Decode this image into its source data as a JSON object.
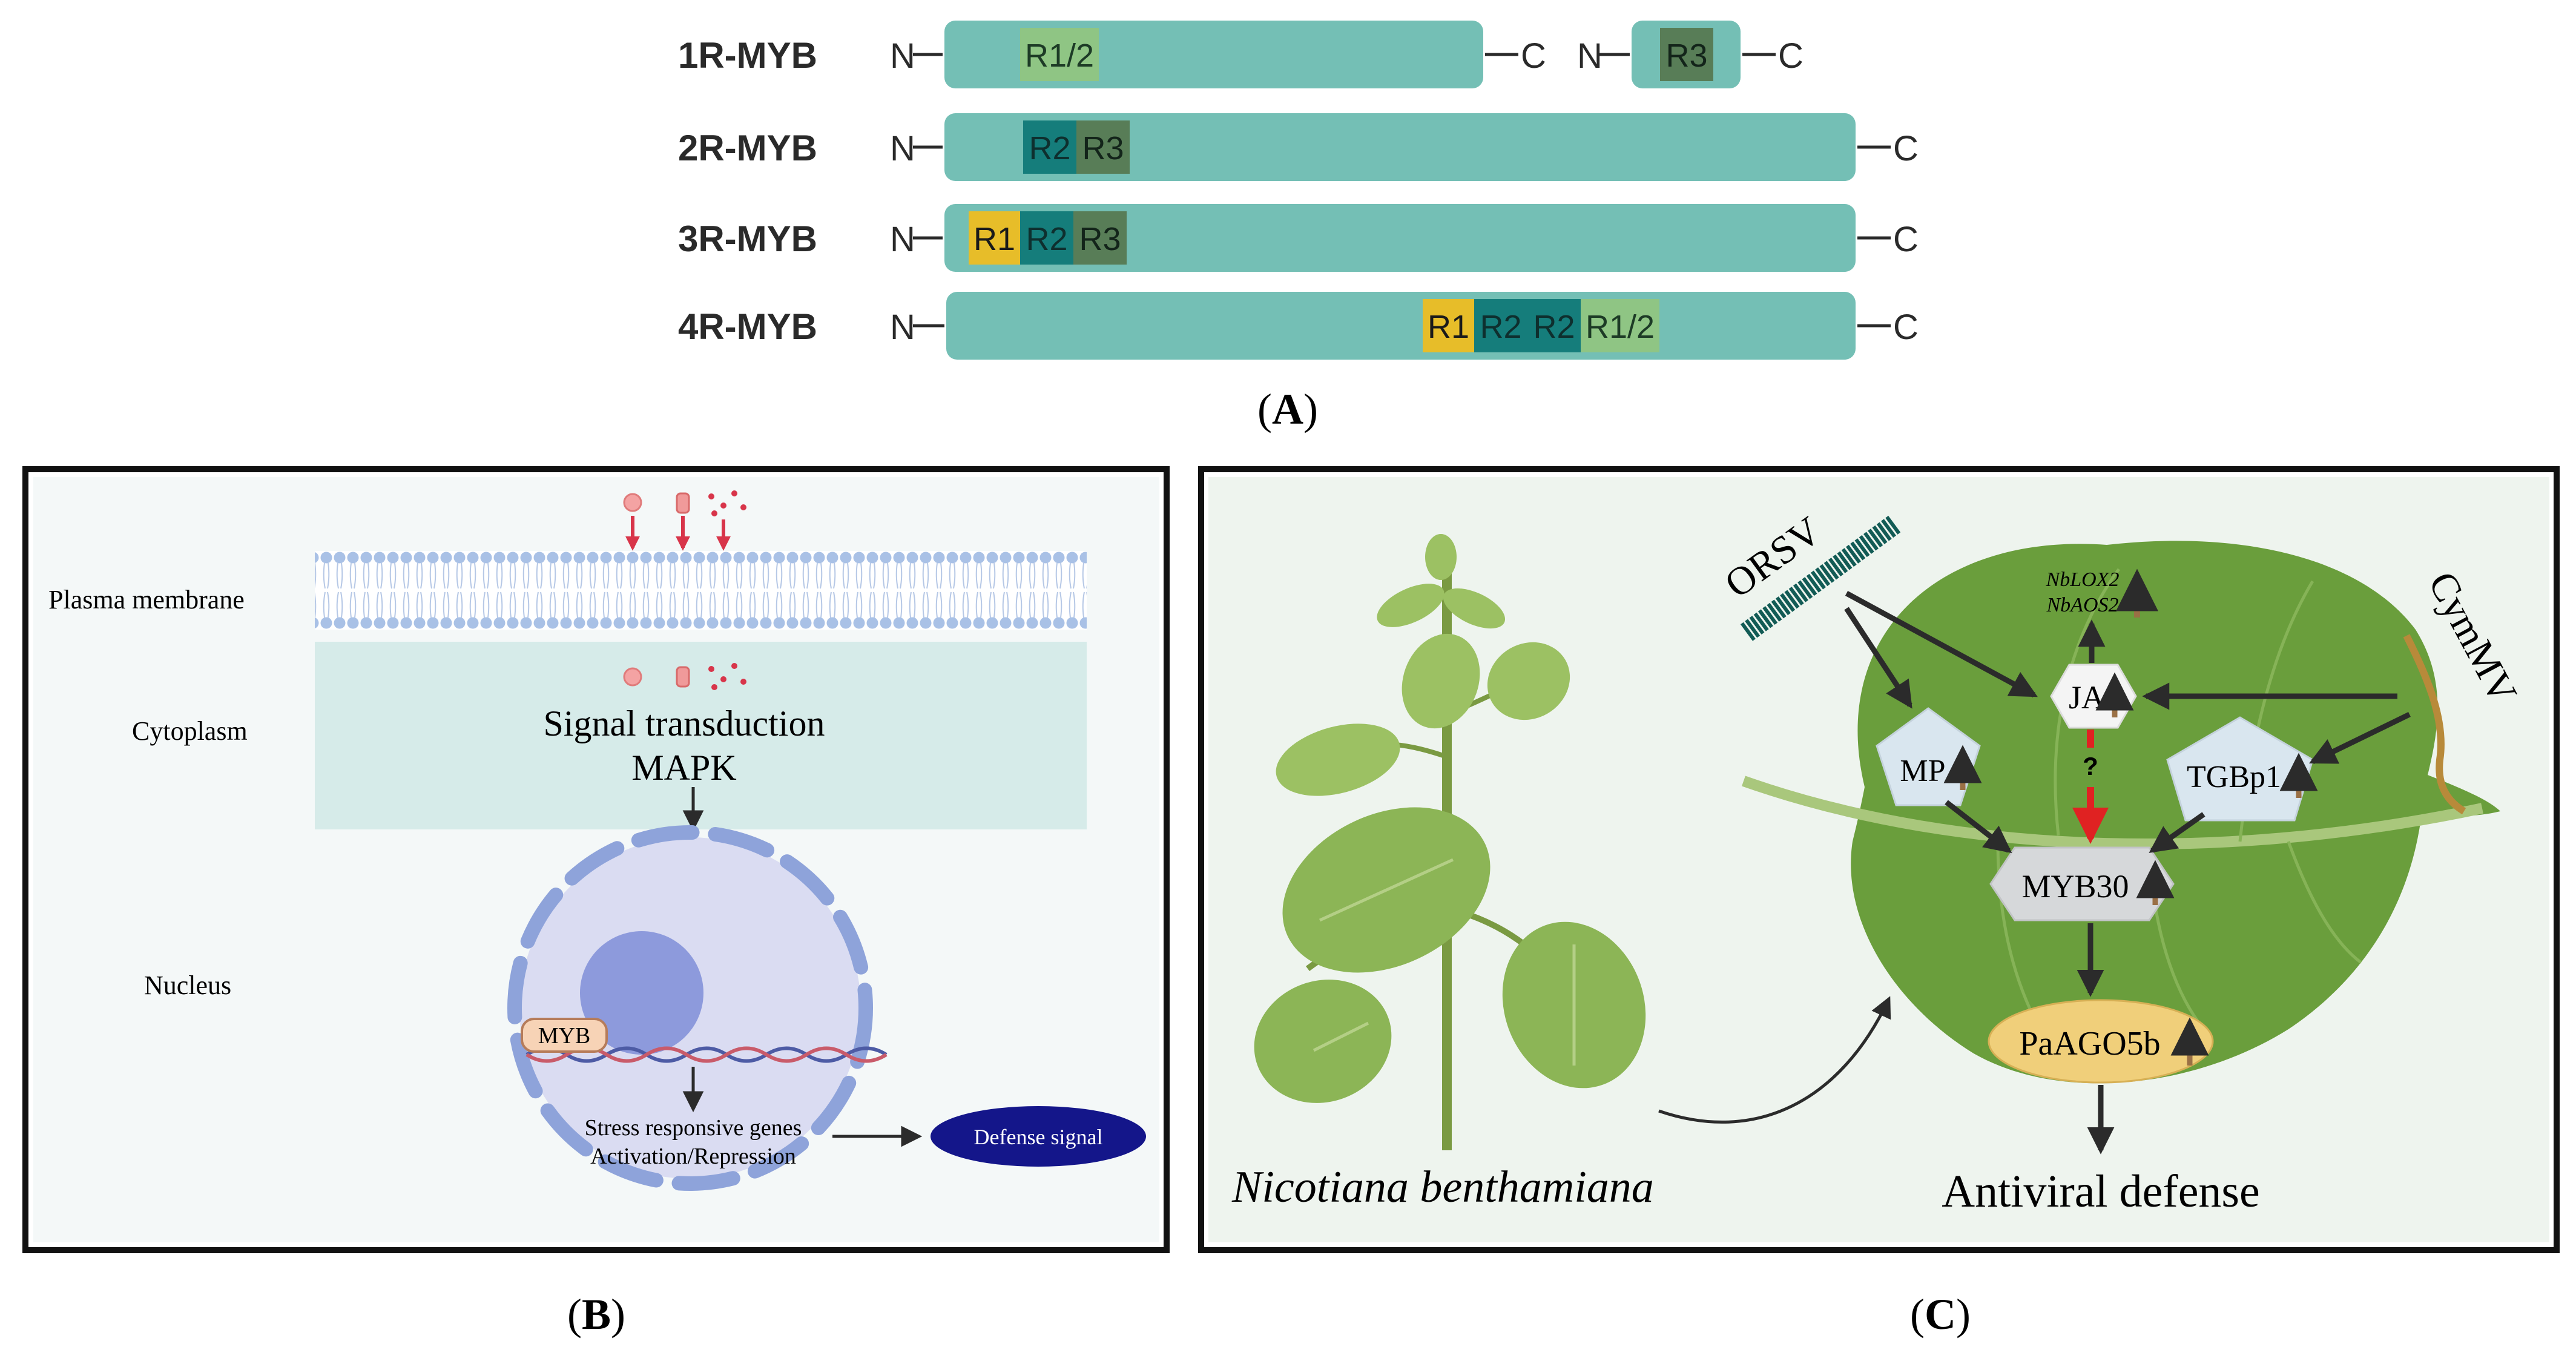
{
  "panel_a": {
    "rows": [
      {
        "label": "1R-MYB",
        "n_label": "N",
        "c_label": "C",
        "domains": [
          "R1/2"
        ],
        "fragment": {
          "n_label": "N",
          "c_label": "C",
          "domain": "R3"
        }
      },
      {
        "label": "2R-MYB",
        "n_label": "N",
        "c_label": "C",
        "domains": [
          "R2",
          "R3"
        ]
      },
      {
        "label": "3R-MYB",
        "n_label": "N",
        "c_label": "C",
        "domains": [
          "R1",
          "R2",
          "R3"
        ]
      },
      {
        "label": "4R-MYB",
        "n_label": "N",
        "c_label": "C",
        "domains": [
          "R1",
          "R2",
          "R2",
          "R1/2"
        ]
      }
    ],
    "caption_letter": "A"
  },
  "panel_b": {
    "labels": {
      "plasma_membrane": "Plasma membrane",
      "cytoplasm": "Cytoplasm",
      "nucleus": "Nucleus"
    },
    "signal_transduction": "Signal transduction",
    "mapk": "MAPK",
    "myb": "MYB",
    "stress_genes": "Stress responsive genes",
    "activation": "Activation/Repression",
    "defense_signal": "Defense signal",
    "caption_letter": "B"
  },
  "panel_c": {
    "orsv": "ORSV",
    "cymmv": "CymMV",
    "nblox2": "NbLOX2",
    "nbaos2": "NbAOS2",
    "ja": "JA",
    "mp": "MP",
    "tgbp1": "TGBp1",
    "question": "?",
    "myb30": "MYB30",
    "paago5b": "PaAGO5b",
    "antiviral": "Antiviral defense",
    "plant_name": "Nicotiana benthamiana",
    "caption_letter": "C"
  },
  "colors": {
    "protein_body": "#74bfb5",
    "r1": "#e7bd29",
    "r2": "#157d7b",
    "r3": "#587d57",
    "r12": "#8fc584",
    "leaf": "#6a9e3c",
    "up_arrow": "#9a7045",
    "inhibit_arrow": "#e02222"
  }
}
